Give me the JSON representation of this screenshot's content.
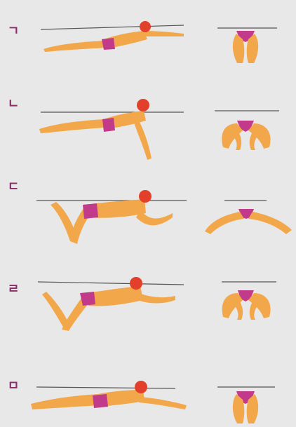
{
  "steps": [
    {
      "label": "ㄱ",
      "side_pose": "glide",
      "front_pose": "legs-together"
    },
    {
      "label": "ㄴ",
      "side_pose": "arm-pull",
      "front_pose": "knees-apart"
    },
    {
      "label": "ㄷ",
      "side_pose": "knee-bend",
      "front_pose": "legs-spread"
    },
    {
      "label": "ㄹ",
      "side_pose": "kick",
      "front_pose": "knees-apart"
    },
    {
      "label": "ㅁ",
      "side_pose": "glide",
      "front_pose": "legs-together"
    }
  ],
  "colors": {
    "background": "#e8e8e8",
    "label": "#8a2d6a",
    "skin": "#f2a74b",
    "skin_shade": "#e08a35",
    "swimsuit": "#c23a8a",
    "cap": "#e2402a",
    "water_line": "#555555"
  }
}
